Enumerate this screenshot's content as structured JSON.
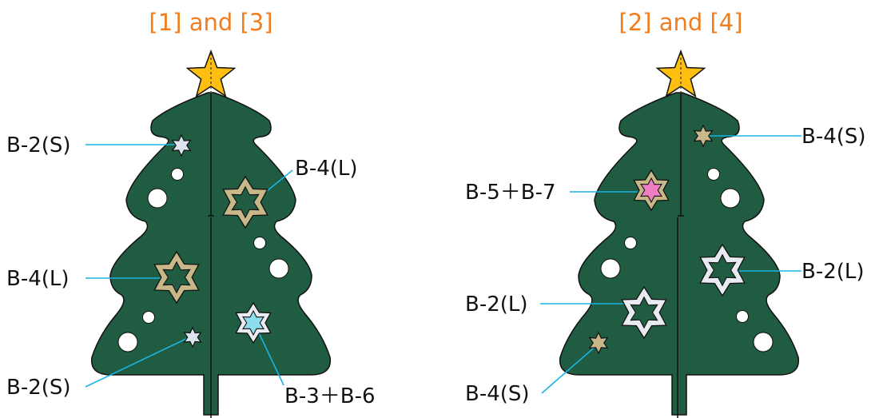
{
  "colors": {
    "tree": "#1f5c42",
    "outline": "#111111",
    "leader": "#18b4e6",
    "heading": "#f07e1e",
    "topper": "#ffbf10",
    "white": "#ffffff",
    "small_star": "#dde4ef",
    "gold_star": "#c8b789",
    "silver_star": "#e9ebf2",
    "cyan_center": "#8fdcef",
    "pink_center": "#ef7fc5"
  },
  "left_panel": {
    "heading": "[1] and [3]",
    "labels": {
      "top_left": "B-2(S)",
      "top_right": "B-4(L)",
      "mid_left": "B-4(L)",
      "bottom_left": "B-2(S)",
      "bottom_right": "B-3＋B-6"
    }
  },
  "right_panel": {
    "heading": "[2] and [4]",
    "labels": {
      "top_right": "B-4(S)",
      "upper_left": "B-5＋B-7",
      "mid_right": "B-2(L)",
      "mid_left": "B-2(L)",
      "bottom_left": "B-4(S)"
    }
  }
}
